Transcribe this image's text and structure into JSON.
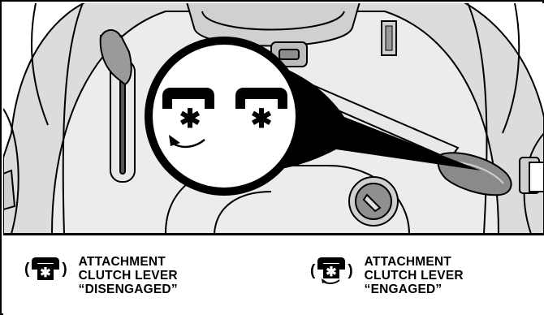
{
  "legend": {
    "disengaged": {
      "symbol": "clutch-disengaged-icon",
      "paren_open": "(",
      "paren_close": ")",
      "line1": "ATTACHMENT",
      "line2": "CLUTCH LEVER",
      "line3": "“DISENGAGED”"
    },
    "engaged": {
      "symbol": "clutch-engaged-icon",
      "paren_open": "(",
      "paren_close": ")",
      "line1": "ATTACHMENT",
      "line2": "CLUTCH LEVER",
      "line3": "“ENGAGED”"
    }
  },
  "colors": {
    "ink": "#000000",
    "panel_gray": "#d9d9d9",
    "lever_gray": "#9a9a9a",
    "dark_gray": "#5a5a5a"
  }
}
